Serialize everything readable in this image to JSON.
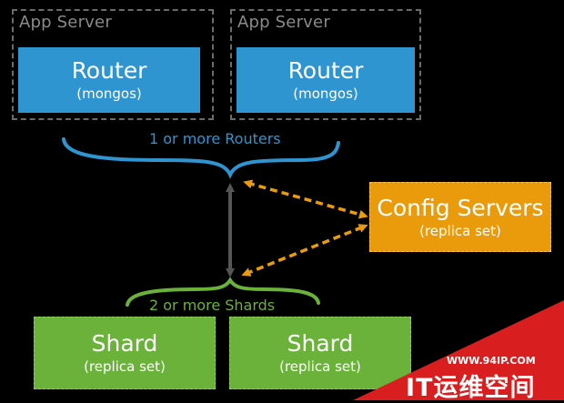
{
  "app_servers": [
    {
      "label": "App Server",
      "router": {
        "title": "Router",
        "subtitle": "(mongos)"
      }
    },
    {
      "label": "App Server",
      "router": {
        "title": "Router",
        "subtitle": "(mongos)"
      }
    }
  ],
  "routers_brace_label": "1 or more Routers",
  "config_servers": {
    "title": "Config Servers",
    "subtitle": "(replica set)"
  },
  "shards_brace_label": "2 or more Shards",
  "shards": [
    {
      "title": "Shard",
      "subtitle": "(replica set)"
    },
    {
      "title": "Shard",
      "subtitle": "(replica set)"
    }
  ],
  "watermark": {
    "url": "WWW.94IP.COM",
    "text": "IT运维空间"
  },
  "colors": {
    "router": "#2e95d1",
    "shard": "#6ab23a",
    "config": "#e99b0c",
    "connector": "#555555",
    "watermark": "#d81e1e"
  }
}
